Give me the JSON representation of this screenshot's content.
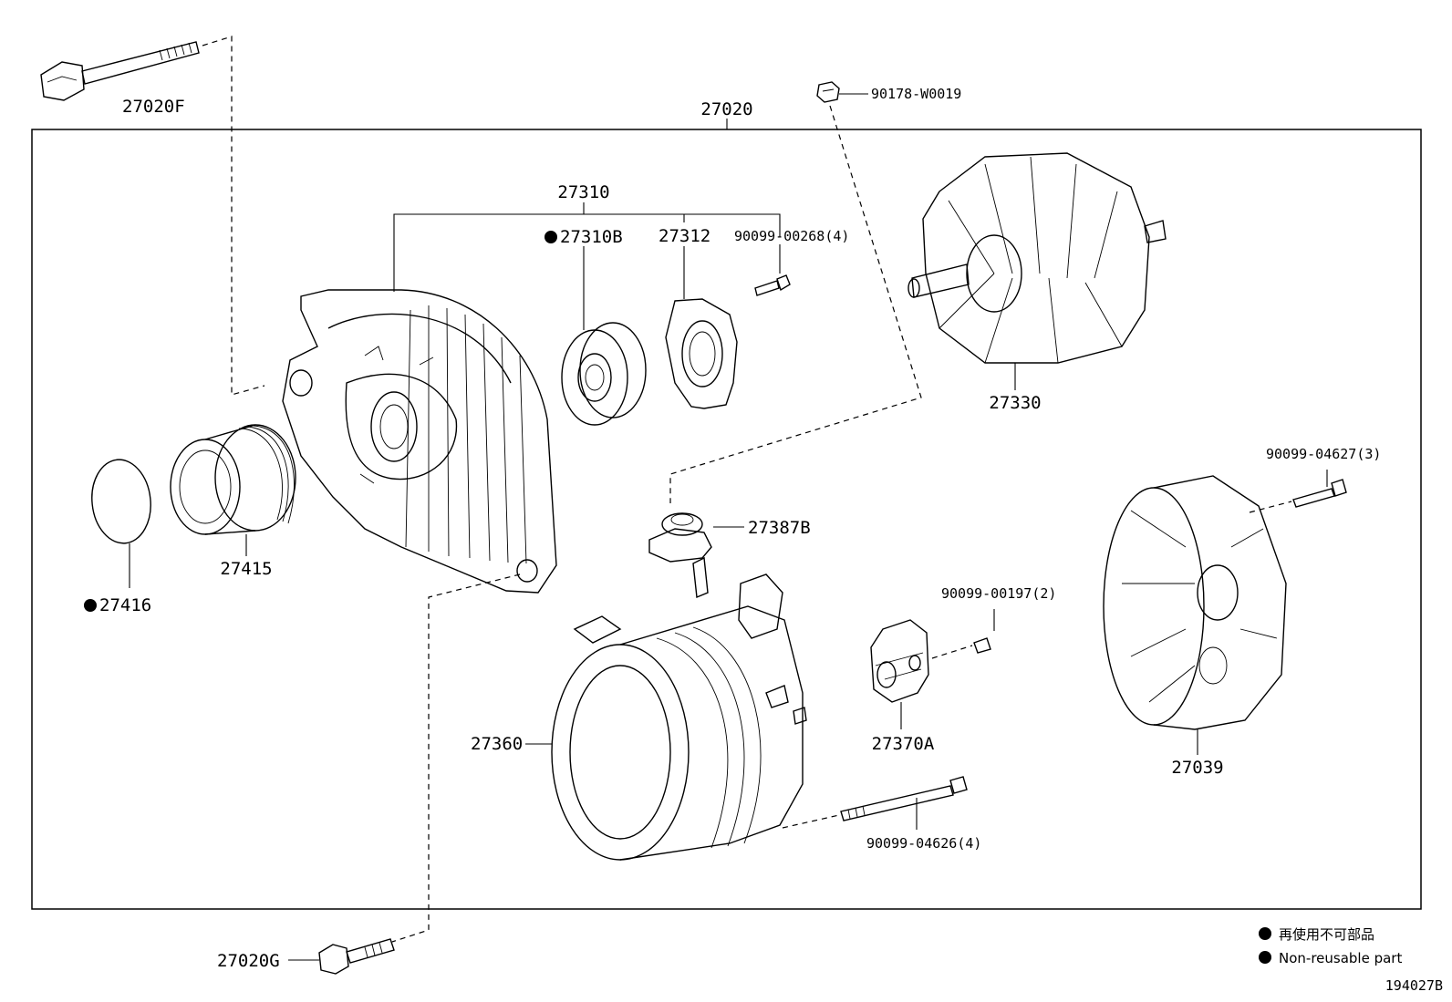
{
  "diagram": {
    "assembly_label": "27020",
    "figure_id": "194027B",
    "parts": {
      "bolt_front_upper": "27020F",
      "bolt_front_lower": "27020G",
      "nut_top": "90178-W0019",
      "frame_set": "27310",
      "bearing_front": "27310B",
      "retainer_plate": "27312",
      "screw_retainer": "90099-00268(4)",
      "rotor": "27330",
      "cap": "27416",
      "pulley": "27415",
      "insulator": "27387B",
      "stator_housing": "27360",
      "brush_holder": "27370A",
      "screw_brush_holder": "90099-00197(2)",
      "screw_rear_cover": "90099-04627(3)",
      "rear_cover": "27039",
      "through_bolt": "90099-04626(4)"
    },
    "non_reusable_parts": [
      "27310B",
      "27416"
    ]
  },
  "legend": {
    "japanese": "再使用不可部品",
    "english": "Non-reusable part"
  }
}
